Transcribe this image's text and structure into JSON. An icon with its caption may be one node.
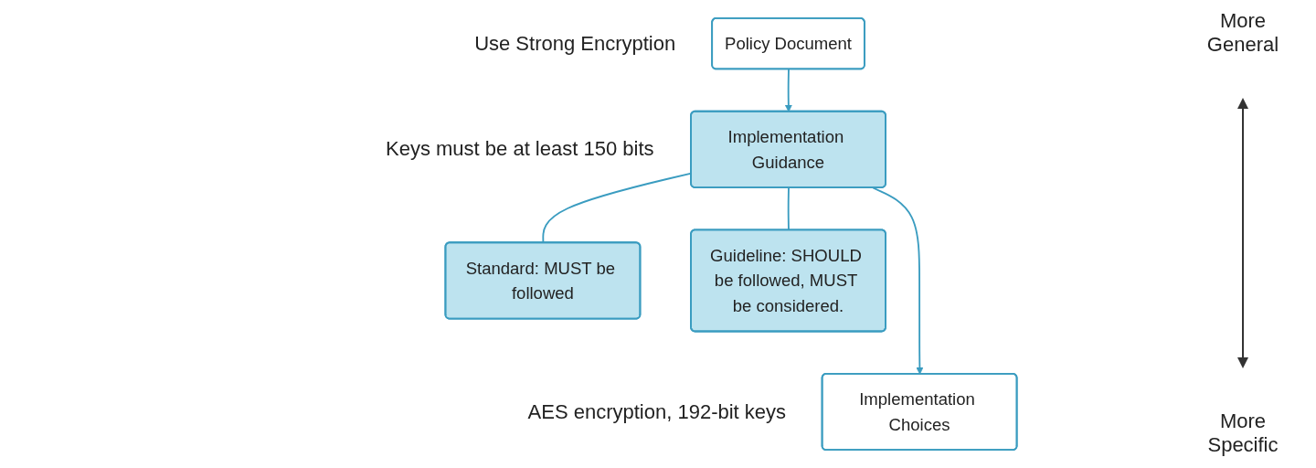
{
  "diagram": {
    "nodes": [
      {
        "text": [
          "Policy Document"
        ],
        "beside": [
          "Use Strong Encryption"
        ]
      },
      {
        "text": [
          "Implementation Guidance"
        ],
        "beside": [
          "Keys must be at least 150 bits"
        ]
      },
      {
        "text": [
          "Standard: MUST be followed"
        ]
      },
      {
        "text": [
          "Guideline: SHOULD be followed, MUST be considered."
        ]
      },
      {
        "text": [
          "Implementation Choices"
        ],
        "beside": [
          "AES encryption, 192-bit keys"
        ]
      }
    ],
    "edges": [
      {
        "from": 0,
        "to": 1,
        "arrow": "to"
      },
      {
        "from": 1,
        "to": 2,
        "arrow": "none"
      },
      {
        "from": 1,
        "to": 3,
        "arrow": "none"
      },
      {
        "from": 1,
        "to": 4,
        "arrow": "to"
      }
    ],
    "labels": [
      "More General",
      "More Specific"
    ]
  }
}
